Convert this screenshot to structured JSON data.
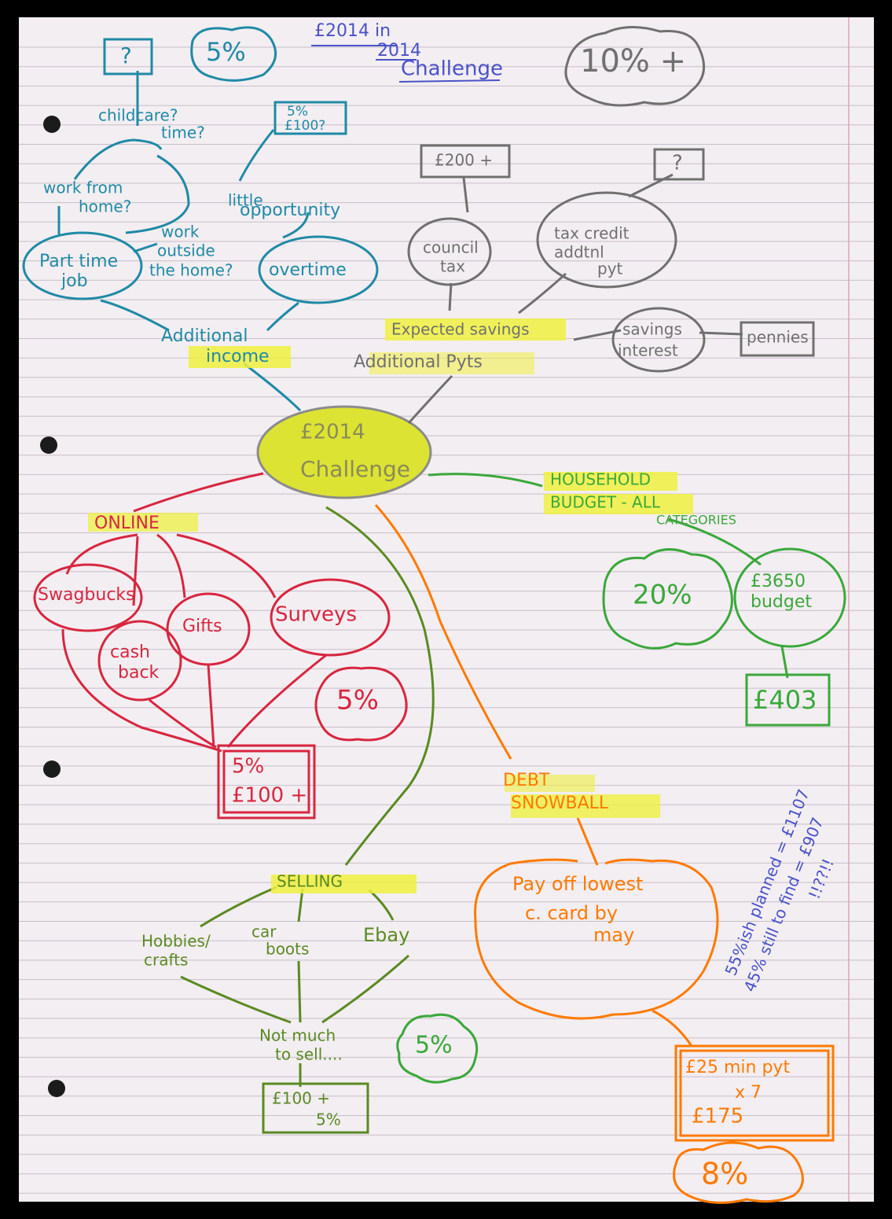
{
  "colors": {
    "paper": "#f3eef2",
    "rule_line": "#c7bfc8",
    "margin_line": "#d9a6b8",
    "teal": "#1f8aa6",
    "grey": "#707070",
    "red": "#d8263f",
    "green": "#3aa83a",
    "olive": "#5a8a22",
    "orange": "#ff7a00",
    "blue_ink": "#4a52c8",
    "highlight": "#eef040"
  },
  "title": {
    "line1": "£2014 in",
    "line2": "2014",
    "line3": "Challenge"
  },
  "center": {
    "line1": "£2014",
    "line2": "Challenge"
  },
  "additional_income": {
    "label_line1": "Additional",
    "label_line2": "income",
    "part_time_job": "Part time job",
    "part_time_job_l1": "Part time",
    "part_time_job_l2": "job",
    "work_from_home_l1": "work from",
    "work_from_home_l2": "home?",
    "childcare_l1": "childcare?",
    "childcare_l2": "time?",
    "question_box": "?",
    "percent_cloud": "5%",
    "work_outside_l1": "work",
    "work_outside_l2": "outside",
    "work_outside_l3": "the home?",
    "overtime": "overtime",
    "little_opportunity_l1": "little",
    "little_opportunity_l2": "opportunity",
    "overtime_box_l1": "5%",
    "overtime_box_l2": "£100?"
  },
  "additional_payments": {
    "expected_savings": "Expected savings",
    "label": "Additional Pyts",
    "council_tax_l1": "council",
    "council_tax_l2": "tax",
    "council_tax_box": "£200 +",
    "tax_credit_l1": "tax credit",
    "tax_credit_l2": "addtnl",
    "tax_credit_l3": "pyt",
    "tax_credit_box": "?",
    "savings_interest_l1": "savings",
    "savings_interest_l2": "interest",
    "pennies_box": "pennies",
    "percent_cloud": "10% +"
  },
  "household": {
    "label_l1": "HOUSEHOLD",
    "label_l2": "BUDGET - ALL",
    "label_l3": "CATEGORIES",
    "budget_l1": "£3650",
    "budget_l2": "budget",
    "percent_cloud": "20%",
    "result_box": "£403"
  },
  "online": {
    "label": "ONLINE",
    "swagbucks": "Swagbucks",
    "gifts": "Gifts",
    "surveys": "Surveys",
    "cashback_l1": "cash",
    "cashback_l2": "back",
    "percent_cloud": "5%",
    "result_box_l1": "5%",
    "result_box_l2": "£100 +"
  },
  "selling": {
    "label": "SELLING",
    "hobbies_l1": "Hobbies/",
    "hobbies_l2": "crafts",
    "car_boots_l1": "car",
    "car_boots_l2": "boots",
    "ebay": "Ebay",
    "not_much_l1": "Not much",
    "not_much_l2": "to sell....",
    "percent_cloud": "5%",
    "result_box_l1": "£100 +",
    "result_box_l2": "5%"
  },
  "debt": {
    "label_l1": "DEBT",
    "label_l2": "SNOWBALL",
    "payoff_l1": "Pay off lowest",
    "payoff_l2": "c. card by",
    "payoff_l3": "may",
    "result_l1": "£25 min pyt",
    "result_l2": "x 7",
    "result_l3": "£175",
    "percent_cloud": "8%"
  },
  "side_note": {
    "line1": "55%ish planned = £1107",
    "line2": "45% still to find = £907",
    "line3": "!!??!!"
  }
}
